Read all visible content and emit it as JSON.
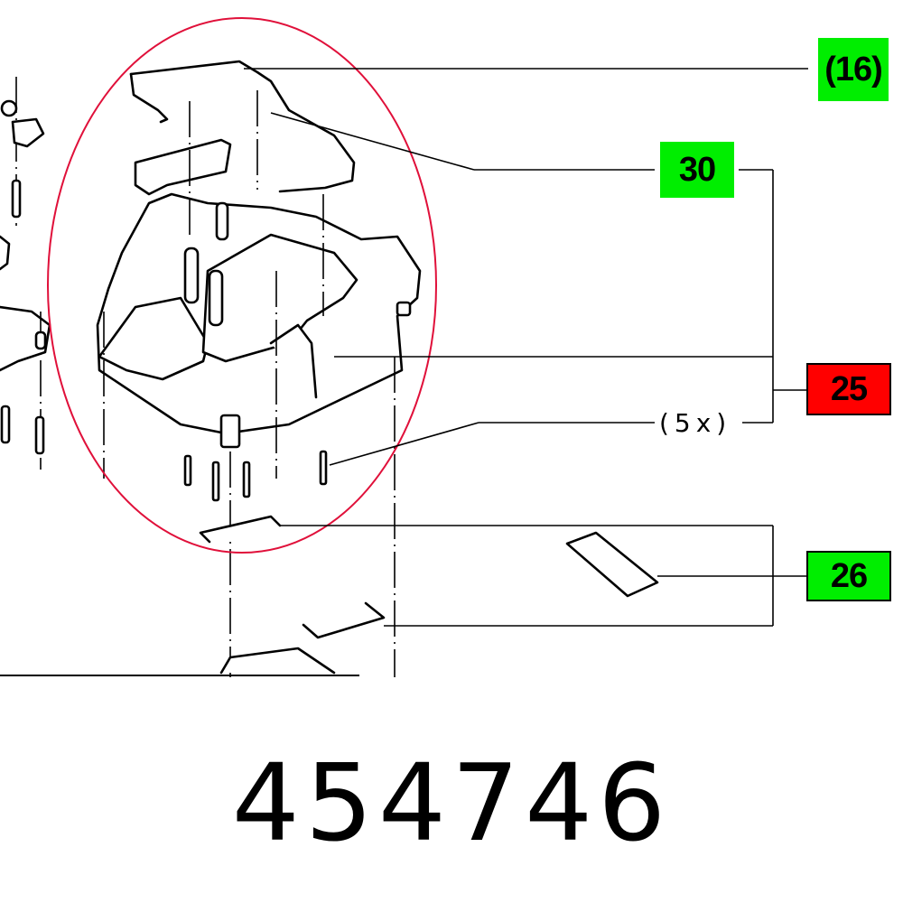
{
  "diagram": {
    "type": "exploded-parts-view",
    "highlight_color": "#e0103a",
    "callouts": [
      {
        "id": "c16",
        "label": "(16)",
        "color": "#00ee00",
        "framed": false
      },
      {
        "id": "c30",
        "label": "30",
        "color": "#00ee00",
        "framed": false
      },
      {
        "id": "c25",
        "label": "25",
        "color": "#ff0000",
        "framed": true
      },
      {
        "id": "c26",
        "label": "26",
        "color": "#00ee00",
        "framed": true
      }
    ],
    "quantity_note": "(5x)",
    "part_number": "454746"
  }
}
